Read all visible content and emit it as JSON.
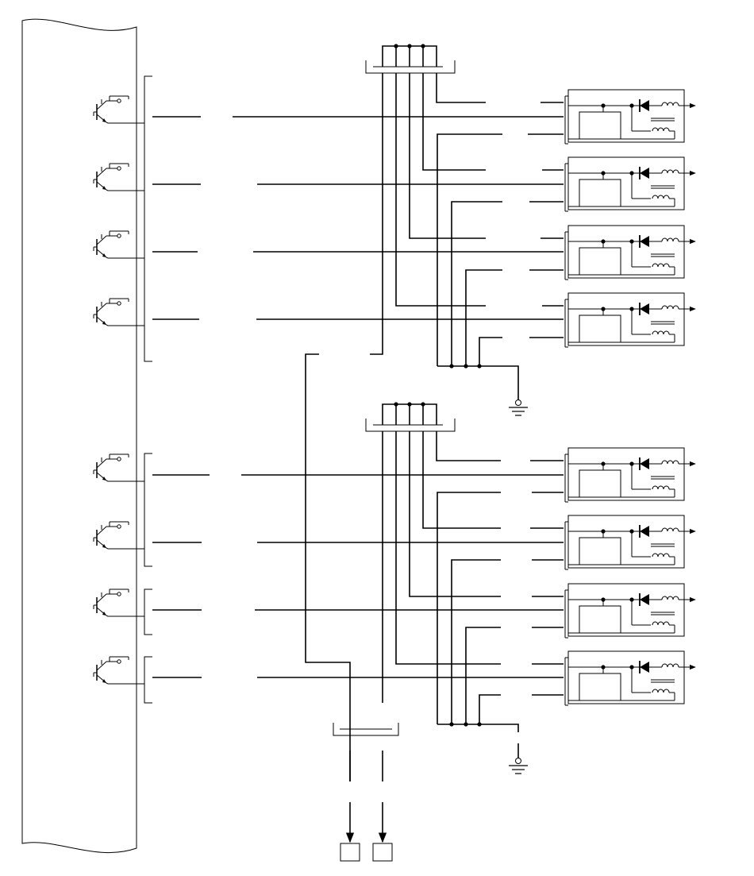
{
  "diagram": {
    "ecm_transistor_count": 8,
    "coil_module_count": 8,
    "ground_count": 2,
    "connector_count": 3,
    "output_terminal_count": 2,
    "colors": {
      "line": "#000000",
      "background": "#ffffff"
    },
    "icons": [
      "transistor-icon",
      "diode-icon",
      "inductor-icon",
      "ground-icon",
      "arrow-icon"
    ]
  }
}
